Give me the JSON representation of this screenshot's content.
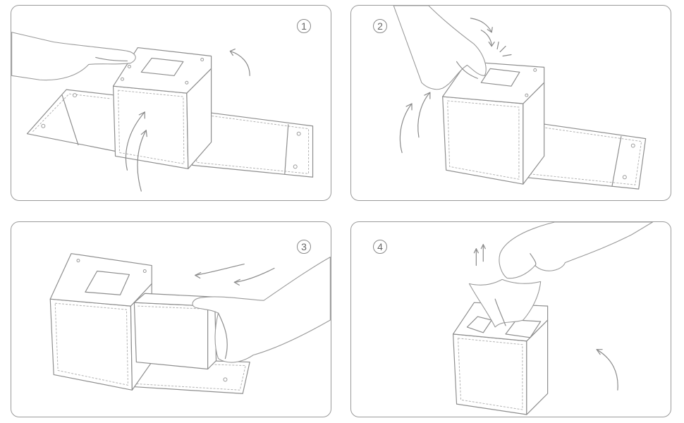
{
  "steps": [
    {
      "number": "1",
      "label": "step-1"
    },
    {
      "number": "2",
      "label": "step-2"
    },
    {
      "number": "3",
      "label": "step-3"
    },
    {
      "number": "4",
      "label": "step-4"
    }
  ]
}
